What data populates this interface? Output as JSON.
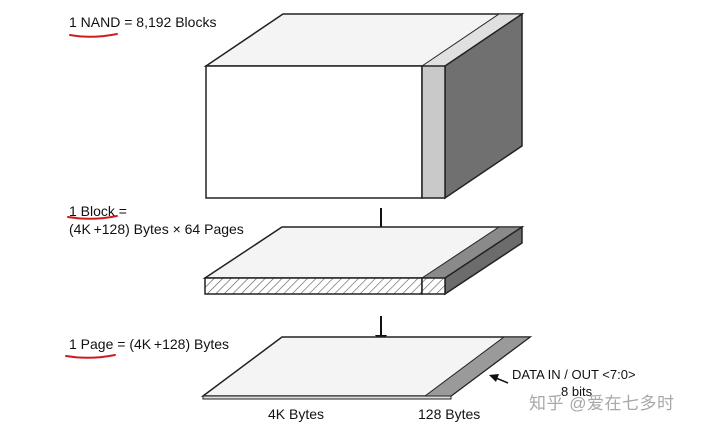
{
  "labels": {
    "nand": "1 NAND = 8,192 Blocks",
    "block_line1": "1 Block =",
    "block_line2": "(4K +128) Bytes × 64 Pages",
    "page": "1 Page = (4K +128) Bytes",
    "data_io": "DATA IN / OUT <7:0>",
    "bits": "8 bits",
    "main_area": "4K Bytes",
    "spare_area": "128 Bytes"
  },
  "watermark": "知乎 @爱在七多时",
  "colors": {
    "underline": "#cc1e1e",
    "outline": "#222222",
    "face": "#ffffff",
    "spare_face": "#c9c9c9",
    "side_dark": "#707070",
    "side_mid": "#8a8a8a",
    "top_face": "#f4f4f4"
  }
}
